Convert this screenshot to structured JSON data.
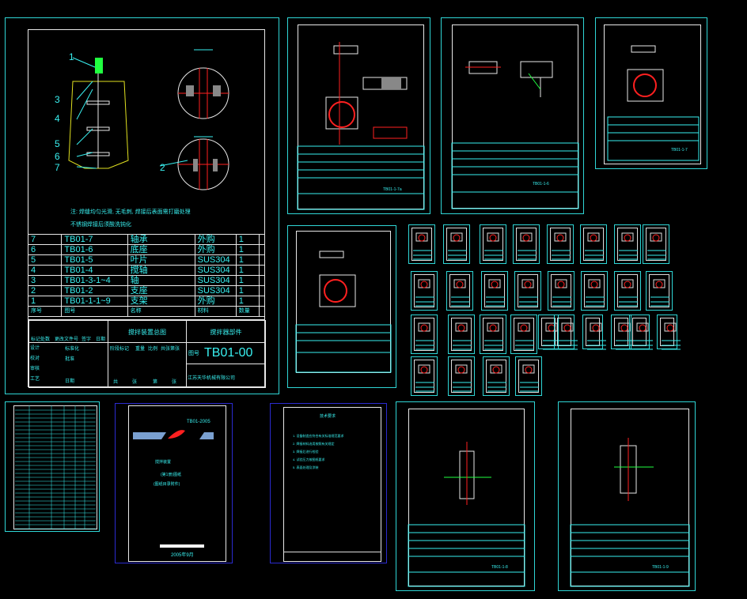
{
  "main_sheet": {
    "balloons": [
      "1",
      "2",
      "3",
      "4",
      "5",
      "6",
      "7"
    ],
    "notes": [
      "注: 焊缝均匀光滑, 无毛刺, 焊接后表面需打磨处理",
      "不锈钢焊接后须酸洗钝化"
    ],
    "bom": [
      {
        "no": "7",
        "code": "TB01-7",
        "name": "轴承",
        "material": "外购",
        "qty": "1"
      },
      {
        "no": "6",
        "code": "TB01-6",
        "name": "底座",
        "material": "外购",
        "qty": "1"
      },
      {
        "no": "5",
        "code": "TB01-5",
        "name": "叶片",
        "material": "SUS304",
        "qty": "1"
      },
      {
        "no": "4",
        "code": "TB01-4",
        "name": "搅轴",
        "material": "SUS304",
        "qty": "1"
      },
      {
        "no": "3",
        "code": "TB01-3-1~4",
        "name": "轴",
        "material": "SUS304",
        "qty": "1"
      },
      {
        "no": "2",
        "code": "TB01-2",
        "name": "支座",
        "material": "SUS304",
        "qty": "1"
      },
      {
        "no": "1",
        "code": "TB01-1-1~9",
        "name": "支架",
        "material": "外购",
        "qty": "1"
      }
    ],
    "bom_header": {
      "no": "序号",
      "code": "图号",
      "name": "名称",
      "material": "材料",
      "qty": "数量"
    },
    "title_block": {
      "title_left": "搅拌装置总图",
      "title_right": "搅拌器部件",
      "drawing_no_label": "图号",
      "drawing_no": "TB01-00",
      "company": "江苏天华机械有限公司",
      "roles": [
        "设计",
        "校对",
        "审核",
        "工艺"
      ],
      "mid": [
        "标准化",
        "批准",
        "日期"
      ],
      "cols": [
        "阶段标记",
        "重量",
        "比例",
        "共张第张"
      ],
      "sheets": [
        "共",
        "张",
        "第",
        "张"
      ],
      "rev": [
        "标记",
        "处数",
        "更改文件号",
        "签字",
        "日期"
      ]
    }
  },
  "cover_sheet": {
    "code": "TB01-2005",
    "line1": "搅拌装置",
    "line2": "(第1册)图纸",
    "line3": "(图纸目录附件)",
    "date": "2005年9月"
  },
  "notes_sheet": {
    "title": "技术要求",
    "lines": [
      "1. 设备制造应符合有关标准规范要求",
      "2. 焊接材料选用按照有关规定",
      "3. 焊接后进行检验",
      "4. 试验压力按图纸要求",
      "5. 表面处理及涂装"
    ]
  },
  "detail_sheets": {
    "s2_code": "TB01-1-7a",
    "s3_code": "TB01-1-6",
    "s4_code": "TB01-1-7",
    "s9_code": "TB01-1-8",
    "s10_code": "TB01-1-9"
  },
  "colors": {
    "frame": "#2fd6d6",
    "line": "#39f0f0",
    "white": "#e8e8e8",
    "red": "#ff2020",
    "green": "#20ff40",
    "yellow": "#e0e020",
    "blue": "#2b2bd0"
  }
}
